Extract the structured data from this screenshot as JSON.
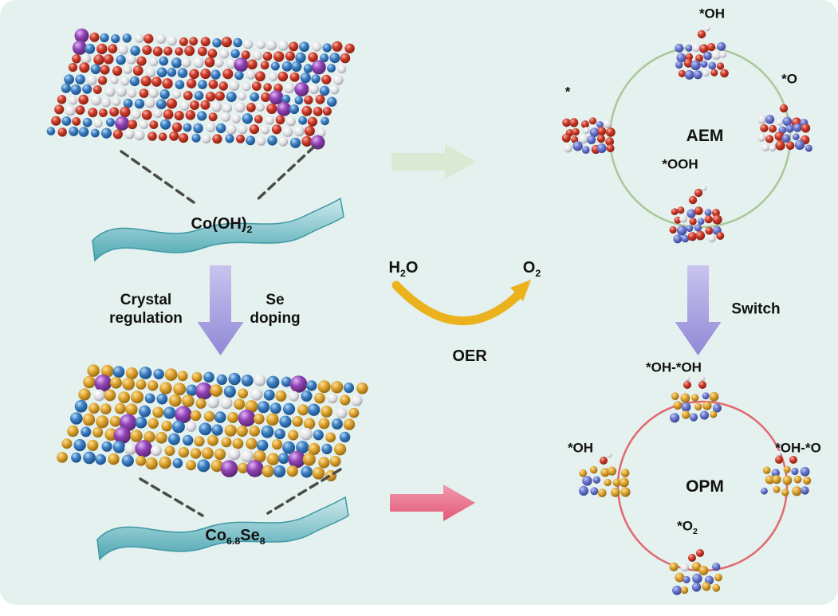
{
  "figure": {
    "background_color": "#e4f1ef"
  },
  "materials": {
    "precursor_formula": [
      {
        "t": "Co(OH)"
      },
      {
        "t": "2",
        "sub": true
      }
    ],
    "product_formula": [
      {
        "t": "Co"
      },
      {
        "t": "6.8",
        "sub": true
      },
      {
        "t": "Se"
      },
      {
        "t": "8",
        "sub": true
      }
    ]
  },
  "transformation": {
    "left_label": "Crystal regulation",
    "right_label": "Se doping"
  },
  "reaction": {
    "reactant_formula": [
      {
        "t": "H"
      },
      {
        "t": "2",
        "sub": true
      },
      {
        "t": "O"
      }
    ],
    "product_formula": [
      {
        "t": "O"
      },
      {
        "t": "2",
        "sub": true
      }
    ],
    "name": "OER"
  },
  "aem_cycle": {
    "title": "AEM",
    "intermediates": {
      "top": "*OH",
      "right": "*O",
      "bottom": "*OOH",
      "left": "*"
    }
  },
  "switch": {
    "label": "Switch"
  },
  "opm_cycle": {
    "title": "OPM",
    "intermediates": {
      "top": "*OH-*OH",
      "right": "*OH-*O",
      "bottom_formula": [
        {
          "t": "*O"
        },
        {
          "t": "2",
          "sub": true
        }
      ],
      "left": "*OH"
    }
  },
  "colors": {
    "aem_cycle_ring": "#a8c897",
    "opm_cycle_ring": "#e0696f",
    "transform_arrow": "#9a93d9",
    "aem_pathway_arrow": "#d9e9d3",
    "opm_pathway_arrow": "#e87c95",
    "oer_arrow": "#ecb21d",
    "nanosheet": "#6fb9c2",
    "atom_red": "#c0392b",
    "atom_white": "#e8e8e8",
    "atom_blue": "#3d7fc4",
    "atom_periwinkle": "#6b79cf",
    "atom_gold": "#e0a52f",
    "atom_purple": "#8e44ad"
  }
}
